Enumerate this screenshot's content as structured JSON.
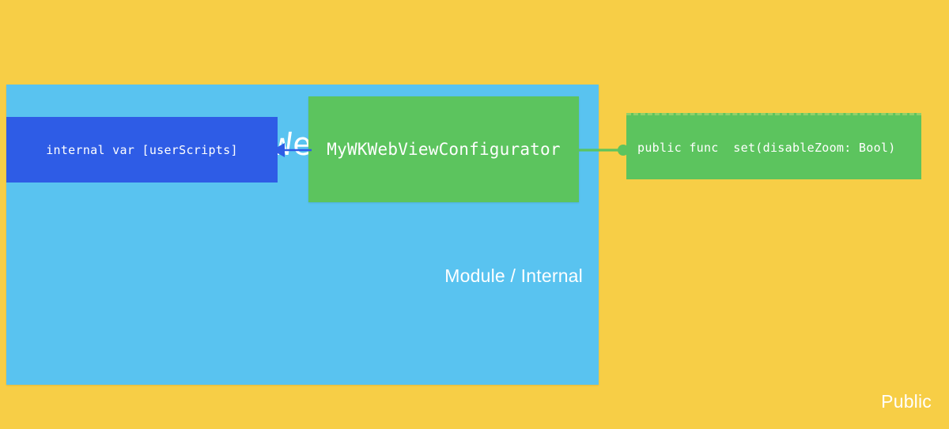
{
  "diagram": {
    "background_color": "#f7ce46",
    "scopes": [
      {
        "name": "public-scope",
        "label": "Public",
        "color": "#f7ce46"
      },
      {
        "name": "module-scope",
        "label": "Module / Internal",
        "color": "#59c3f0"
      }
    ],
    "module": {
      "title": "MyWKWebView",
      "scope_label": "Module / Internal",
      "color": "#59c3f0"
    },
    "public": {
      "scope_label": "Public"
    },
    "nodes": {
      "userscripts": {
        "code": "internal var [userScripts]",
        "color": "#2e5ce6"
      },
      "configurator": {
        "code": "MyWKWebViewConfigurator",
        "color": "#5cc45e"
      },
      "public_api": {
        "code": "public func  set(disableZoom: Bool)",
        "color": "#5cc45e",
        "border_color": "#8fd06a"
      }
    },
    "connectors": [
      {
        "name": "configurator-to-userscripts",
        "from": "configurator",
        "to": "userscripts",
        "color": "#2e5ce6",
        "end_marker": "arrowhead"
      },
      {
        "name": "configurator-to-public-api",
        "from": "configurator",
        "to": "public_api",
        "color": "#5cc45e",
        "end_marker": "circle"
      }
    ]
  }
}
